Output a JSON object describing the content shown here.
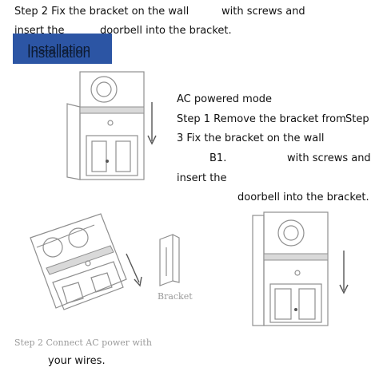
{
  "top_text": {
    "line1a": "Step 2 Fix the bracket on the wall",
    "line1b": "with screws and",
    "line2a": "insert the",
    "line2b": "doorbell into the bracket."
  },
  "banner": {
    "title": "Installation",
    "accent_color": "#2c55a4"
  },
  "ac_section": {
    "heading": "AC powered mode",
    "step1a": "Step 1 Remove the bracket from",
    "step1b": "Step",
    "step3": "3 Fix the bracket on the wall",
    "b1": "B1.",
    "screws": "with screws and",
    "insert": "insert the",
    "doorbell": "doorbell into the bracket."
  },
  "figures": {
    "bracket_label": "Bracket"
  },
  "bottom": {
    "step2": "Step 2 Connect AC power with",
    "wires": "your wires."
  }
}
